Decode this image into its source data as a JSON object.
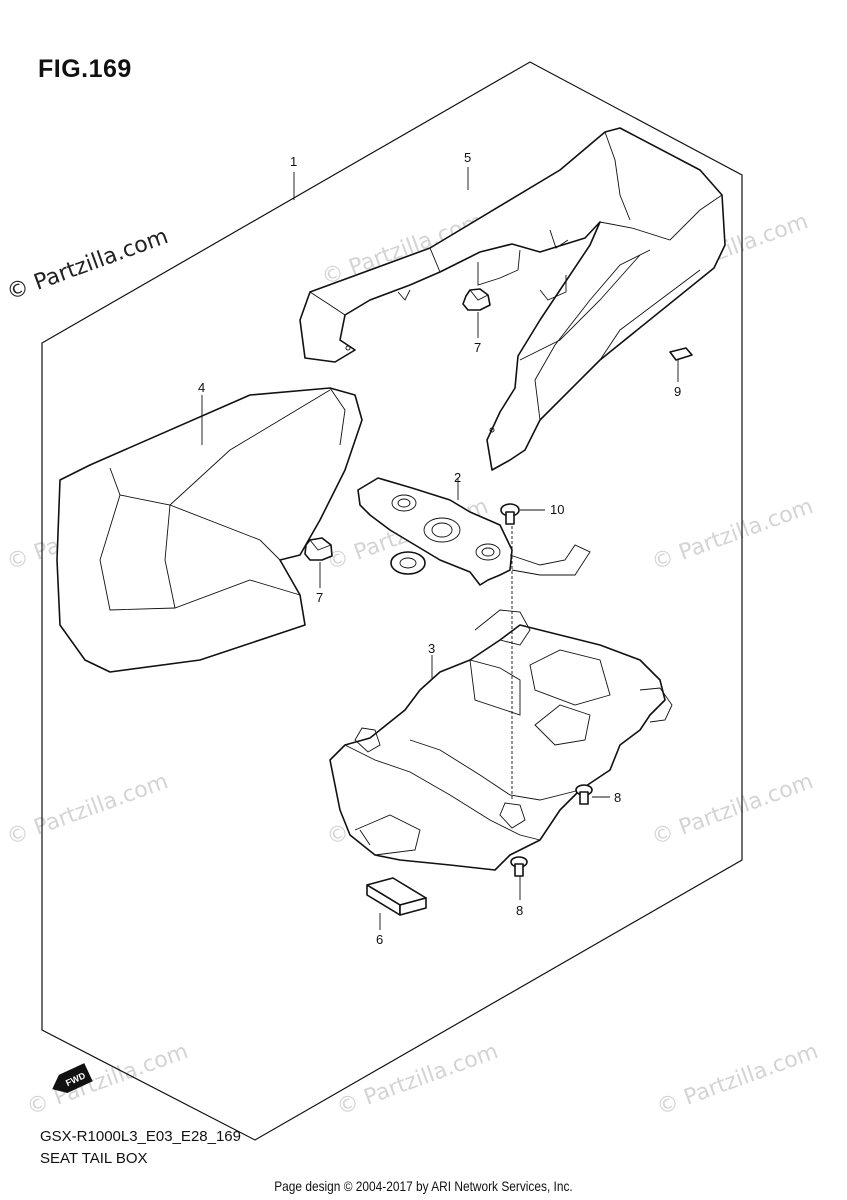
{
  "figure_title": "FIG.169",
  "model_code": "GSX-R1000L3_E03_E28_169",
  "caption": "SEAT TAIL BOX",
  "credit": "Page design © 2004-2017 by ARI Network Services, Inc.",
  "watermark": "© Partzilla.com",
  "fwd_label": "FWD",
  "callouts": {
    "c1": "1",
    "c2": "2",
    "c3": "3",
    "c4": "4",
    "c5": "5",
    "c6": "6",
    "c7a": "7",
    "c7b": "7",
    "c8a": "8",
    "c8b": "8",
    "c9": "9",
    "c10": "10"
  }
}
